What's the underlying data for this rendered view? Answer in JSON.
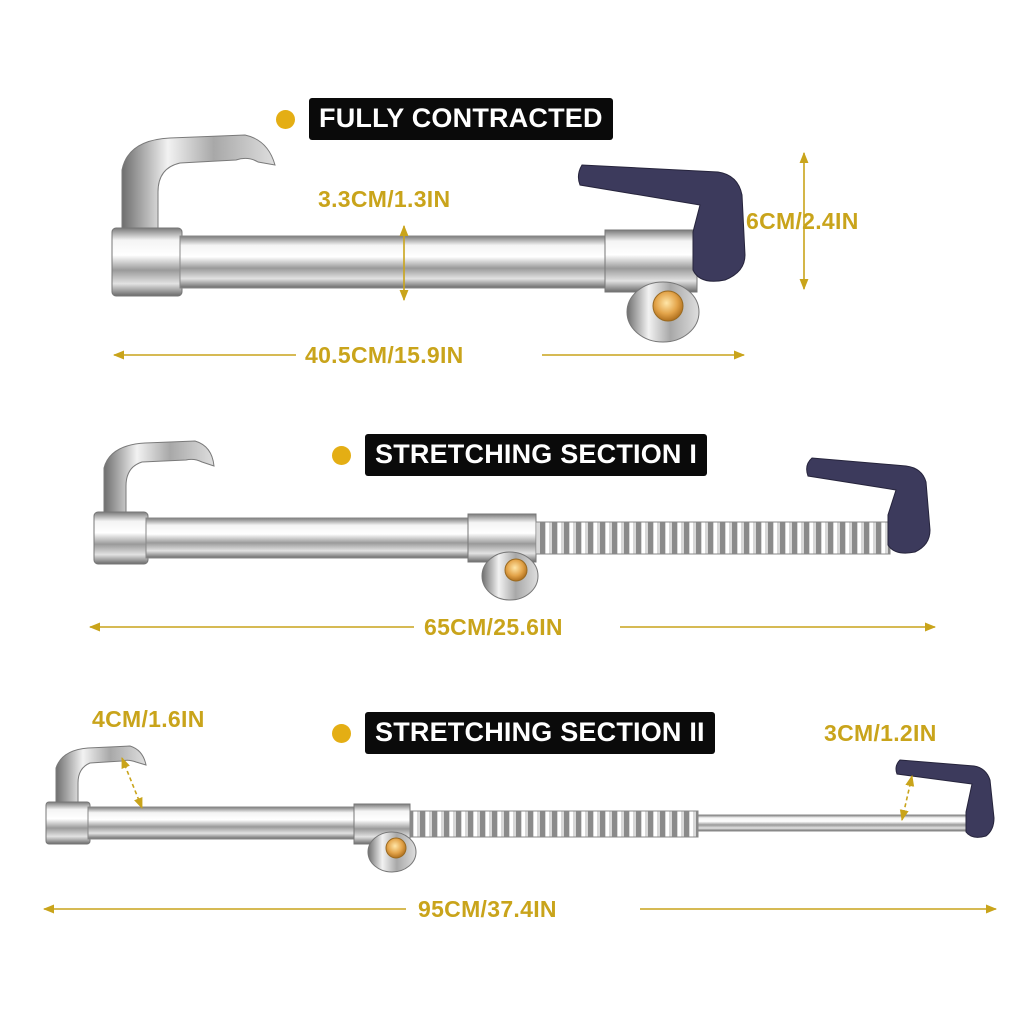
{
  "sections": [
    {
      "title": "FULLY CONTRACTED",
      "length": "40.5CM/15.9IN",
      "tube_diameter": "3.3CM/1.3IN",
      "handle_height": "6CM/2.4IN"
    },
    {
      "title": "STRETCHING SECTION I",
      "length": "65CM/25.6IN"
    },
    {
      "title": "STRETCHING SECTION II",
      "length": "95CM/37.4IN",
      "left_hook_opening": "4CM/1.6IN",
      "right_hook_opening": "3CM/1.2IN"
    }
  ],
  "colors": {
    "accent": "#e4ae14",
    "dimension_text": "#c9a41b",
    "badge_bg": "#0a0a0a",
    "handle": "#3c3a5c",
    "chrome": "#c8c8c8"
  }
}
